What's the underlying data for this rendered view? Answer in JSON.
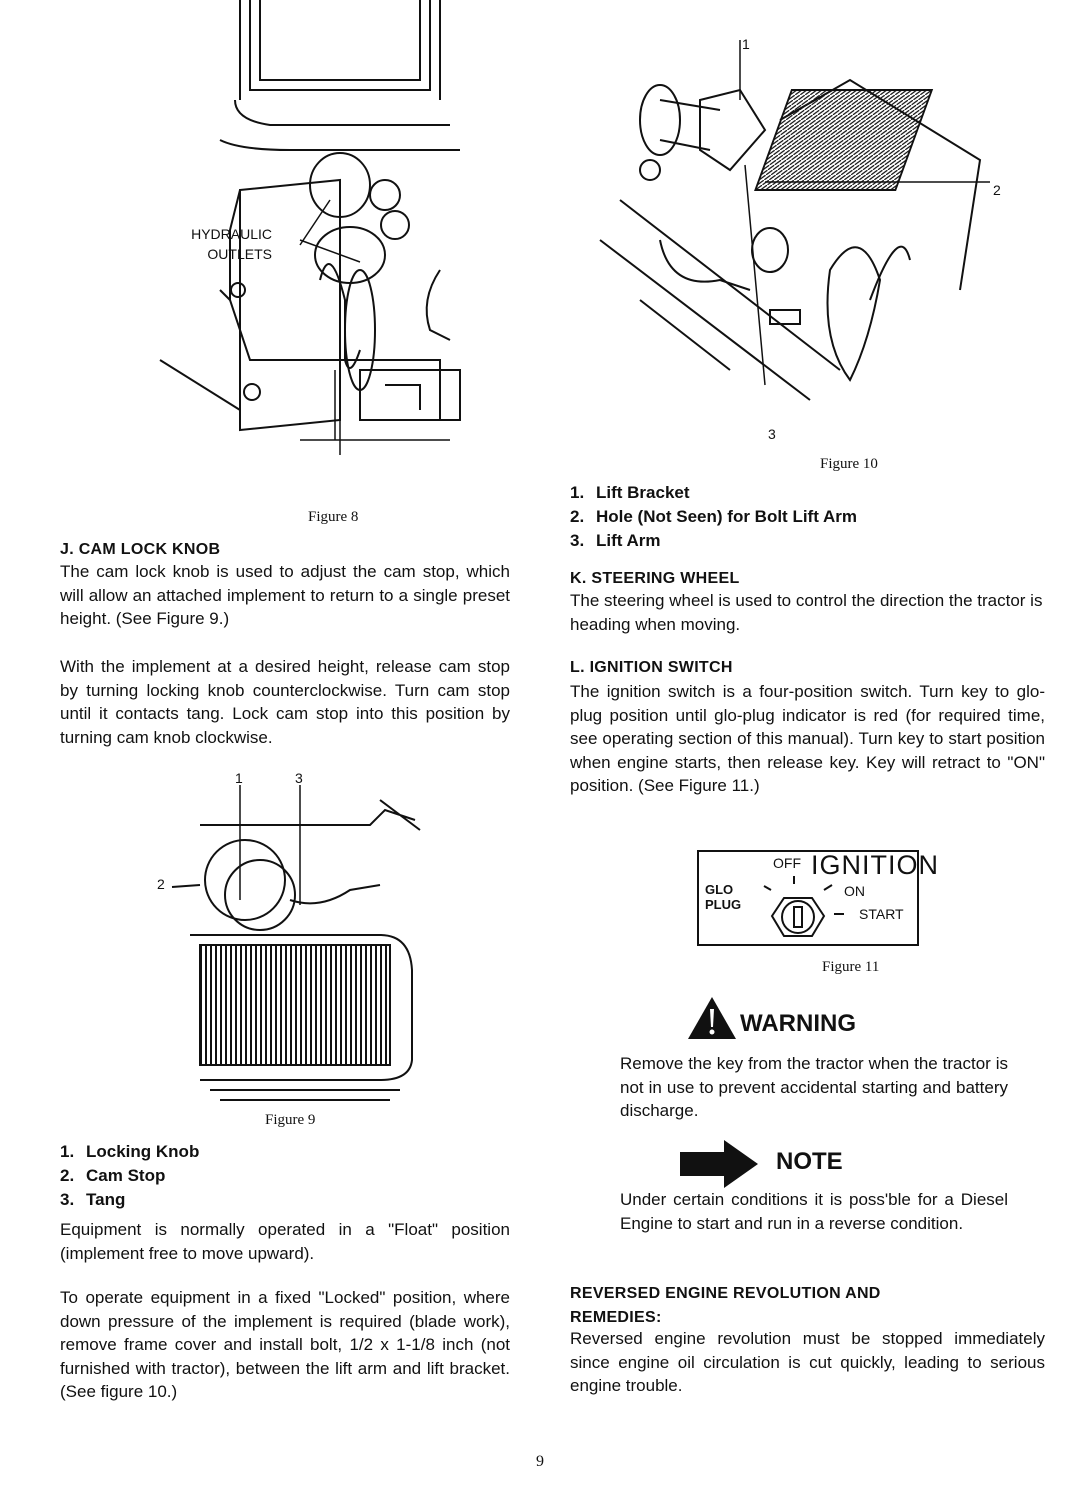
{
  "figure8": {
    "caption": "Figure 8",
    "label_line1": "HYDRAULIC",
    "label_line2": "OUTLETS"
  },
  "cam_lock": {
    "heading": "J.  CAM LOCK KNOB",
    "para1": "The cam lock knob is used to adjust the cam stop, which will allow an attached implement to return to a single preset height. (See Figure 9.)",
    "para2": "With the implement at a desired height, release cam stop by turning locking knob counterclockwise. Turn cam stop until it contacts tang. Lock cam stop into this position by turning cam knob clockwise."
  },
  "figure9": {
    "caption": "Figure 9",
    "callouts": [
      "1",
      "3",
      "2"
    ],
    "items": [
      {
        "num": "1.",
        "label": "Locking Knob"
      },
      {
        "num": "2.",
        "label": "Cam Stop"
      },
      {
        "num": "3.",
        "label": "Tang"
      }
    ]
  },
  "float_para": "Equipment is normally operated in a \"Float\" position (implement free to move upward).",
  "locked_para": "To operate equipment in a fixed \"Locked\" position, where down pressure of the implement is required (blade work), remove frame cover and install bolt, 1/2 x 1-1/8 inch (not furnished with tractor), between the lift arm and lift bracket. (See figure 10.)",
  "figure10": {
    "caption": "Figure 10",
    "callouts": [
      "1",
      "2",
      "3"
    ],
    "items": [
      {
        "num": "1.",
        "label": "Lift Bracket"
      },
      {
        "num": "2.",
        "label": "Hole (Not Seen) for Bolt Lift Arm"
      },
      {
        "num": "3.",
        "label": "Lift Arm"
      }
    ]
  },
  "steering": {
    "heading": "K.  STEERING WHEEL",
    "para": "The steering wheel is used to control the direction the tractor is heading when moving."
  },
  "ignition": {
    "heading": "L.  IGNITION SWITCH",
    "para": "The ignition switch is a four-position switch. Turn key to glo-plug position until glo-plug indicator is red (for required time, see operating section of this manual). Turn key to start position when engine starts, then release key. Key will retract to \"ON\" position. (See Figure 11.)"
  },
  "figure11": {
    "caption": "Figure 11",
    "title": "IGNITION",
    "off": "OFF",
    "glo": "GLO",
    "plug": "PLUG",
    "on": "ON",
    "start": "START"
  },
  "warning": {
    "title": "WARNING",
    "text": "Remove the key from the tractor when the tractor is not in use to prevent accidental starting and battery discharge."
  },
  "note": {
    "title": "NOTE",
    "text": "Under certain conditions it is poss'ble for a Diesel Engine to start and run in a reverse condition."
  },
  "reversed": {
    "heading_line1": "REVERSED ENGINE REVOLUTION AND",
    "heading_line2": "REMEDIES:",
    "para": "Reversed engine revolution must be stopped immediately since engine oil circulation is cut quickly, leading to serious engine trouble."
  },
  "page_number": "9"
}
